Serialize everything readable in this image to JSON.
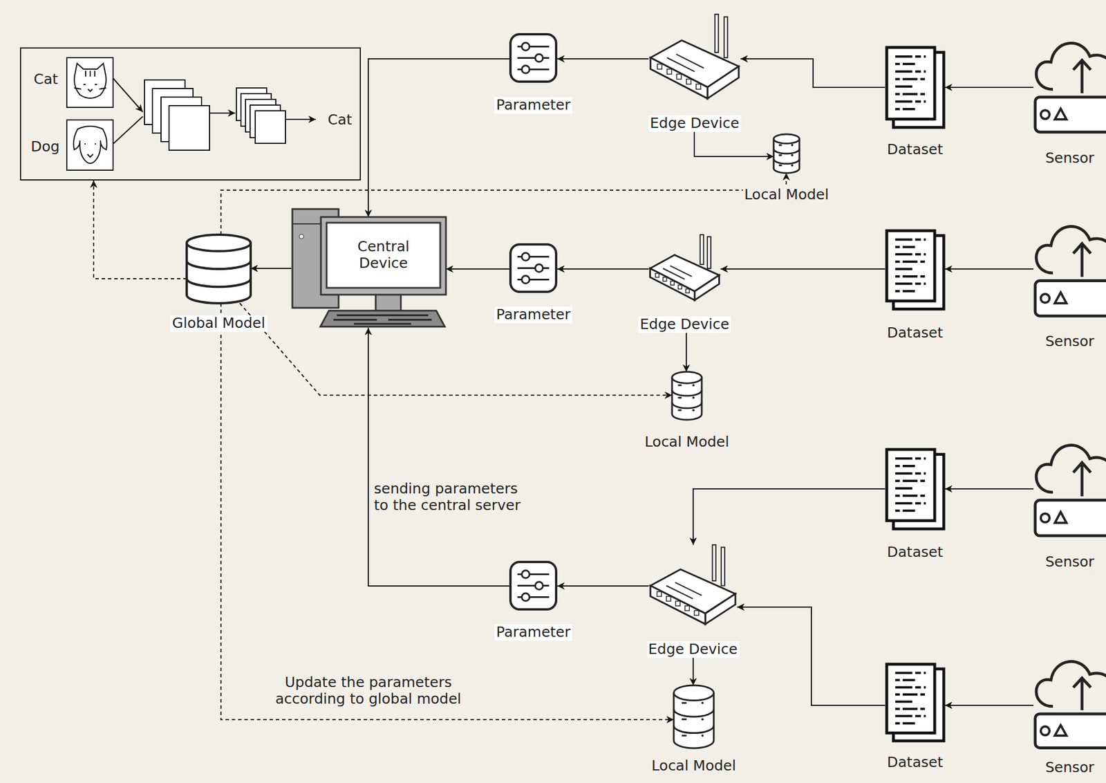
{
  "diagram": {
    "nodes": [
      {
        "text": [
          "Cat",
          "Dog",
          "Cat"
        ]
      },
      {
        "text": [
          "Parameter"
        ]
      },
      {
        "text": [
          "Edge Device"
        ]
      },
      {
        "text": [
          "Dataset"
        ]
      },
      {
        "text": [
          "Sensor"
        ]
      },
      {
        "text": [
          "Local Model"
        ]
      },
      {
        "text": [
          "Central Device"
        ]
      },
      {
        "text": [
          "Global Model"
        ]
      },
      {
        "text": [
          "Parameter"
        ]
      },
      {
        "text": [
          "Edge Device"
        ]
      },
      {
        "text": [
          "Dataset"
        ]
      },
      {
        "text": [
          "Sensor"
        ]
      },
      {
        "text": [
          "Local Model"
        ]
      },
      {
        "text": [
          "Dataset"
        ]
      },
      {
        "text": [
          "Sensor"
        ]
      },
      {
        "text": [
          "Parameter"
        ]
      },
      {
        "text": [
          "Edge Device"
        ]
      },
      {
        "text": [
          "Dataset"
        ]
      },
      {
        "text": [
          "Sensor"
        ]
      },
      {
        "text": [
          "Local Model"
        ]
      }
    ],
    "edges": [
      {
        "from": 4,
        "to": 3,
        "arrow": "to"
      },
      {
        "from": 3,
        "to": 2,
        "arrow": "to"
      },
      {
        "from": 2,
        "to": 1,
        "arrow": "to"
      },
      {
        "from": 1,
        "to": 6,
        "arrow": "to"
      },
      {
        "from": 2,
        "to": 5,
        "arrow": "to"
      },
      {
        "from": 7,
        "to": 5,
        "arrow": "to"
      },
      {
        "from": 7,
        "to": 0,
        "arrow": "to"
      },
      {
        "from": 6,
        "to": 7,
        "arrow": "to"
      },
      {
        "from": 11,
        "to": 10,
        "arrow": "to"
      },
      {
        "from": 10,
        "to": 9,
        "arrow": "to"
      },
      {
        "from": 9,
        "to": 8,
        "arrow": "to"
      },
      {
        "from": 8,
        "to": 6,
        "arrow": "to"
      },
      {
        "from": 9,
        "to": 12,
        "arrow": "to"
      },
      {
        "from": 7,
        "to": 12,
        "arrow": "to"
      },
      {
        "from": 14,
        "to": 13,
        "arrow": "to"
      },
      {
        "from": 13,
        "to": 16,
        "arrow": "to"
      },
      {
        "from": 18,
        "to": 17,
        "arrow": "to"
      },
      {
        "from": 17,
        "to": 16,
        "arrow": "to"
      },
      {
        "from": 16,
        "to": 15,
        "arrow": "to"
      },
      {
        "from": 15,
        "to": 6,
        "label": "sending parameters to the central server",
        "arrow": "to"
      },
      {
        "from": 16,
        "to": 19,
        "arrow": "to"
      },
      {
        "from": 7,
        "to": 19,
        "label": "Update the parameters according to global model",
        "arrow": "to"
      }
    ]
  }
}
